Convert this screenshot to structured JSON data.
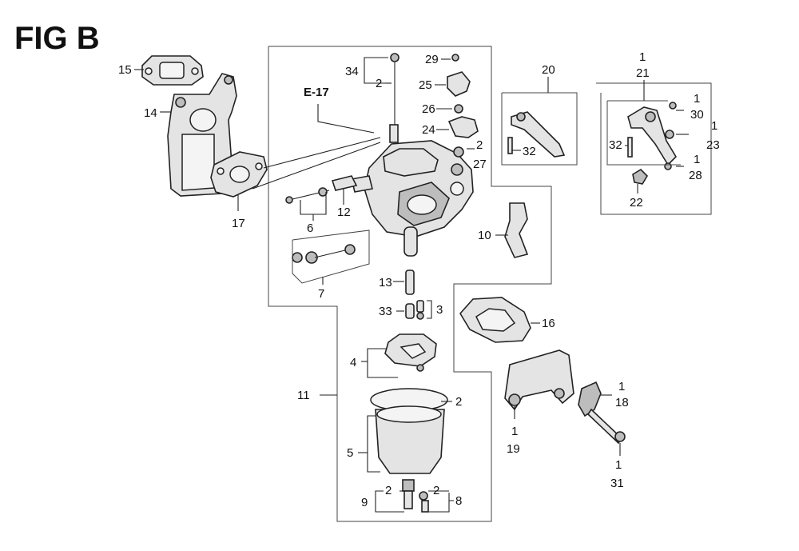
{
  "title": "FIG B",
  "reference": "E-17",
  "callouts": {
    "c1": "1",
    "c2": "2",
    "c3": "3",
    "c4": "4",
    "c5": "5",
    "c6": "6",
    "c7": "7",
    "c8": "8",
    "c9": "9",
    "c10": "10",
    "c11": "11",
    "c12": "12",
    "c13": "13",
    "c14": "14",
    "c15": "15",
    "c16": "16",
    "c17": "17",
    "c18": "18",
    "c19": "19",
    "c20": "20",
    "c21": "21",
    "c22": "22",
    "c23": "23",
    "c24": "24",
    "c25": "25",
    "c26": "26",
    "c27": "27",
    "c28": "28",
    "c29": "29",
    "c30": "30",
    "c31": "31",
    "c32": "32",
    "c33": "33",
    "c34": "34"
  }
}
